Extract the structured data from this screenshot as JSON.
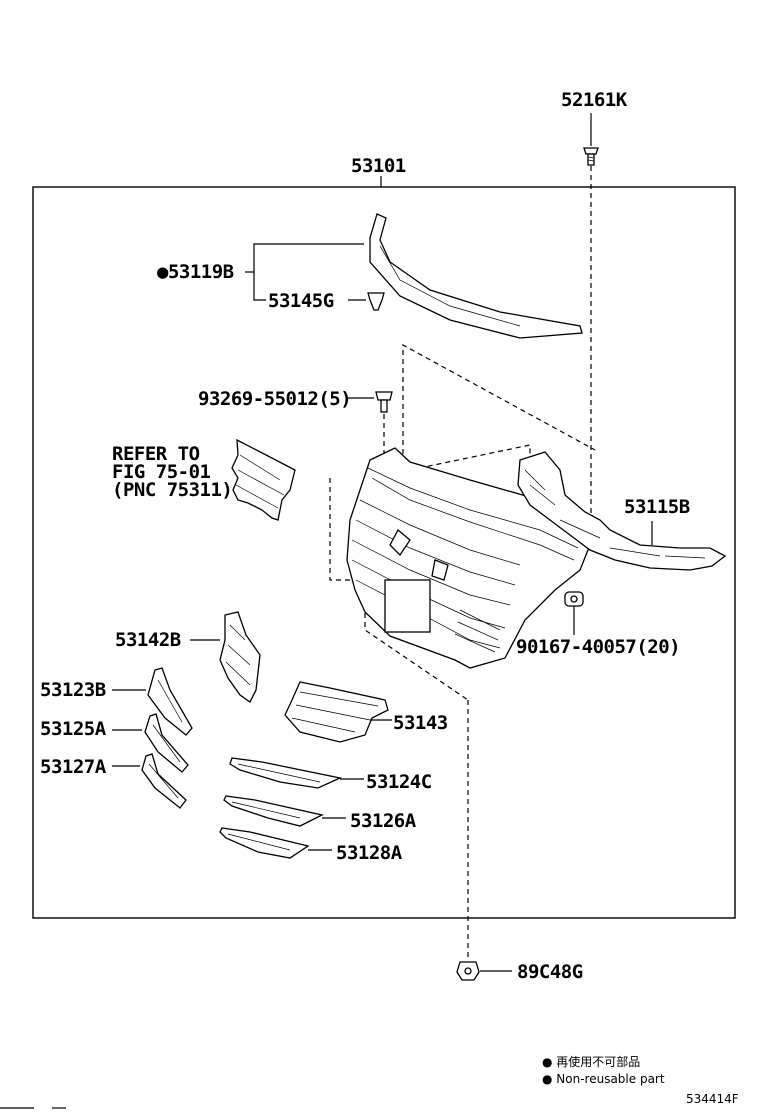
{
  "diagram": {
    "figure_code": "534414F",
    "parts": {
      "p52161K": "52161K",
      "p53101": "53101",
      "p53119B": "●53119B",
      "p53145G": "53145G",
      "p93269": "93269-55012(5)",
      "p53115B": "53115B",
      "p90167": "90167-40057(20)",
      "p53142B": "53142B",
      "p53143": "53143",
      "p53123B": "53123B",
      "p53125A": "53125A",
      "p53127A": "53127A",
      "p53124C": "53124C",
      "p53126A": "53126A",
      "p53128A": "53128A",
      "p89C48G": "89C48G"
    },
    "refer_note": {
      "line1": "REFER TO",
      "line2": "FIG 75-01",
      "line3": "(PNC 75311)"
    },
    "legend": {
      "line1": "● 再使用不可部品",
      "line2": "● Non-reusable part"
    }
  }
}
